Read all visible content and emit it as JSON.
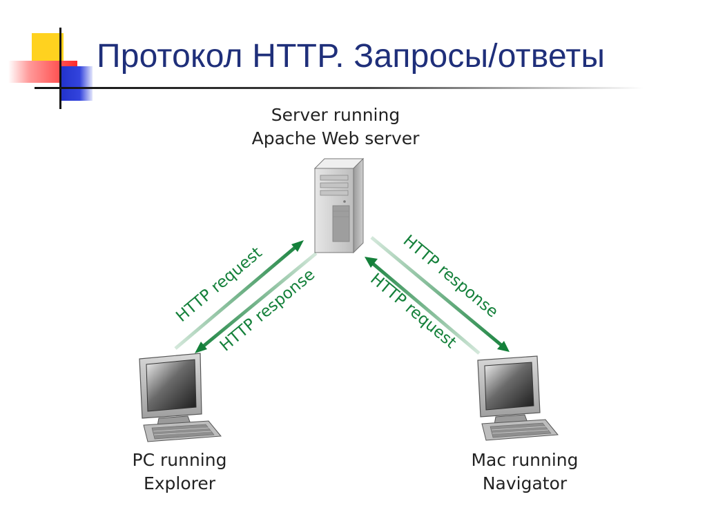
{
  "slide": {
    "title": "Протокол HTTP. Запросы/ответы"
  },
  "server": {
    "line1": "Server running",
    "line2": "Apache Web server"
  },
  "pc": {
    "line1": "PC running",
    "line2": "Explorer"
  },
  "mac": {
    "line1": "Mac running",
    "line2": "Navigator"
  },
  "arrows": {
    "left_request": "HTTP request",
    "left_response": "HTTP response",
    "right_response": "HTTP response",
    "right_request": "HTTP request"
  },
  "colors": {
    "title": "#1f2f7a",
    "arrow": "#14803a"
  }
}
